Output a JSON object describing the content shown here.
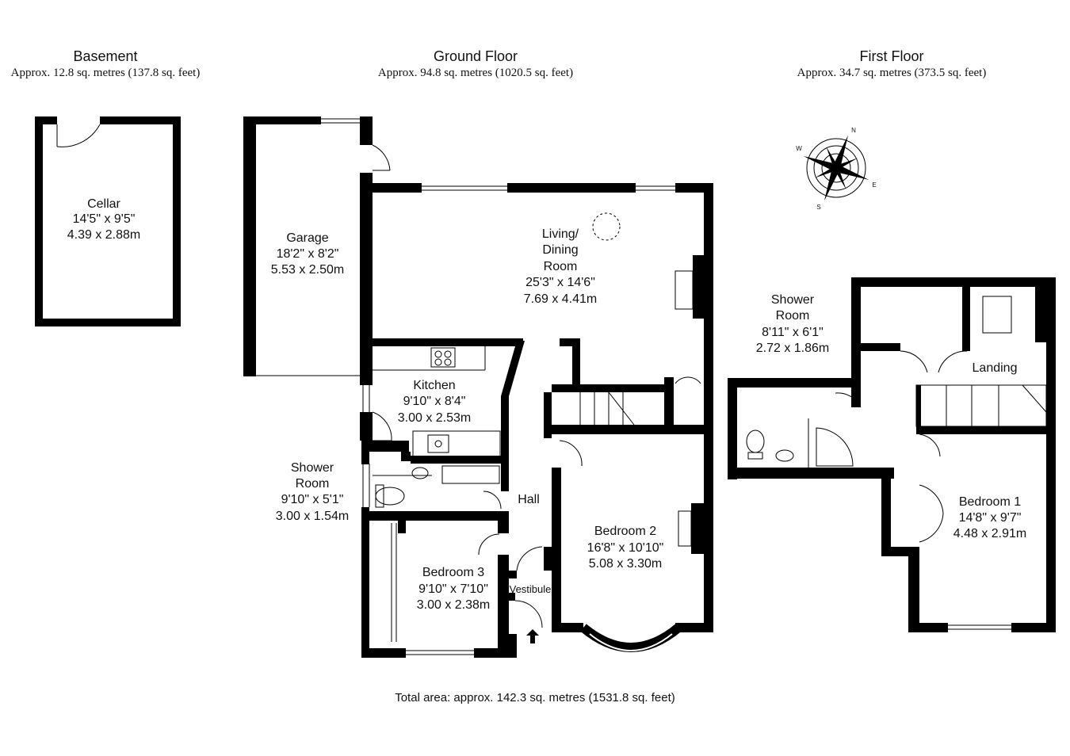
{
  "floors": {
    "basement": {
      "title": "Basement",
      "area": "Approx. 12.8 sq. metres (137.8 sq. feet)"
    },
    "ground": {
      "title": "Ground Floor",
      "area": "Approx. 94.8 sq. metres (1020.5 sq. feet)"
    },
    "first": {
      "title": "First Floor",
      "area": "Approx. 34.7 sq. metres (373.5 sq. feet)"
    }
  },
  "rooms": {
    "cellar": {
      "name": "Cellar",
      "imperial": "14'5\" x 9'5\"",
      "metric": "4.39 x 2.88m"
    },
    "garage": {
      "name": "Garage",
      "imperial": "18'2\" x 8'2\"",
      "metric": "5.53 x 2.50m"
    },
    "living": {
      "name1": "Living/",
      "name2": "Dining",
      "name3": "Room",
      "imperial": "25'3\" x 14'6\"",
      "metric": "7.69 x 4.41m"
    },
    "kitchen": {
      "name": "Kitchen",
      "imperial": "9'10\" x 8'4\"",
      "metric": "3.00 x 2.53m"
    },
    "shower_ground": {
      "name1": "Shower",
      "name2": "Room",
      "imperial": "9'10\" x 5'1\"",
      "metric": "3.00 x 1.54m"
    },
    "hall": {
      "name": "Hall"
    },
    "bedroom3": {
      "name": "Bedroom 3",
      "imperial": "9'10\" x 7'10\"",
      "metric": "3.00 x 2.38m"
    },
    "vestibule": {
      "name": "Vestibule"
    },
    "bedroom2": {
      "name": "Bedroom 2",
      "imperial": "16'8\" x 10'10\"",
      "metric": "5.08 x 3.30m"
    },
    "shower_first": {
      "name1": "Shower",
      "name2": "Room",
      "imperial": "8'11\" x 6'1\"",
      "metric": "2.72 x 1.86m"
    },
    "landing": {
      "name": "Landing"
    },
    "bedroom1": {
      "name": "Bedroom 1",
      "imperial": "14'8\" x 9'7\"",
      "metric": "4.48 x 2.91m"
    }
  },
  "compass": {
    "n": "N",
    "s": "S",
    "e": "E",
    "w": "W"
  },
  "total_area": "Total area: approx. 142.3 sq. metres (1531.8 sq. feet)"
}
